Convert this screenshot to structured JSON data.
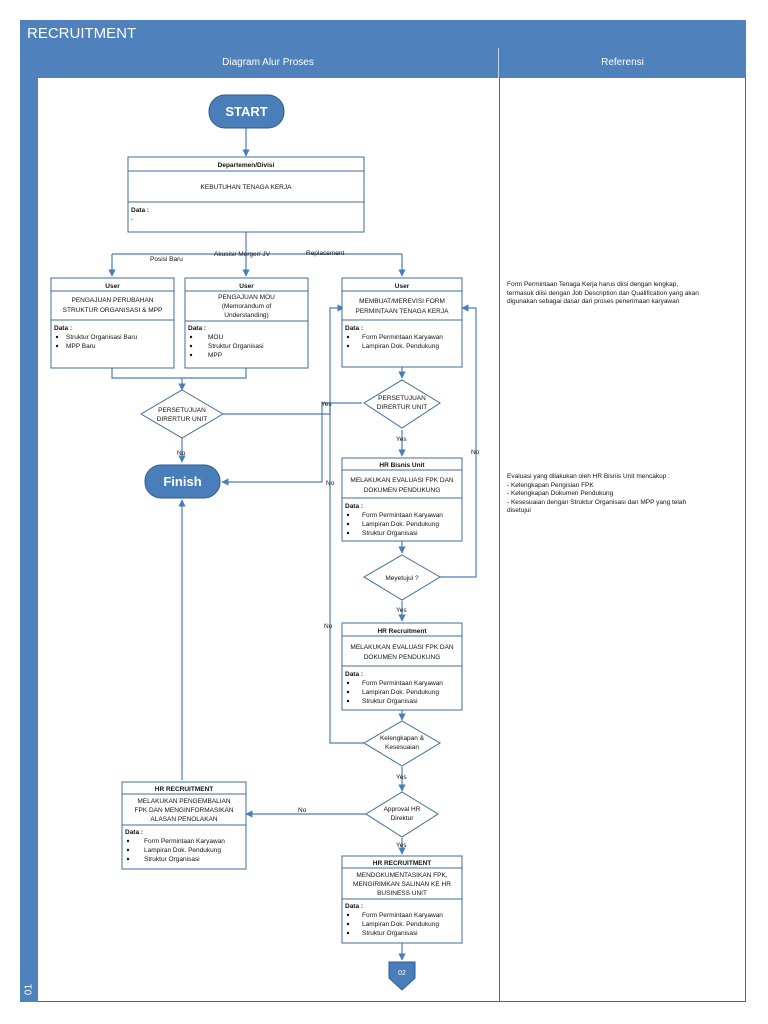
{
  "title": "RECRUITMENT",
  "side_label": "01",
  "columns": {
    "left": "Diagram Alur Proses",
    "right": "Referensi"
  },
  "terminals": {
    "start": "START",
    "finish": "Finish",
    "offpage": "02"
  },
  "boxes": {
    "dept": {
      "header": "Departemen/Divisi",
      "title": "KEBUTUHAN TENAGA KERJA",
      "data_label": "Data :",
      "items": [
        "-"
      ]
    },
    "user1": {
      "header": "User",
      "title": [
        "PENGAJUAN PERUBAHAN",
        "STRUKTUR ORGANISASI & MPP"
      ],
      "data_label": "Data :",
      "items": [
        "Struktur Organisasi Baru",
        "MPP Baru"
      ]
    },
    "user2": {
      "header": "User",
      "title": [
        "PENGAJUAN MOU",
        "(Memorandum of",
        "Understanding)"
      ],
      "data_label": "Data :",
      "items": [
        "MOU",
        "Struktur Organisasi",
        "MPP"
      ]
    },
    "user3": {
      "header": "User",
      "title": [
        "MEMBUAT/MEREVISI FORM",
        "PERMINTAAN TENAGA KERJA"
      ],
      "data_label": "Data :",
      "items": [
        "Form Permintaan Karyawan",
        "Lampiran Dok. Pendukung"
      ]
    },
    "hrbu": {
      "header": "HR Bisnis Unit",
      "title": [
        "MELAKUKAN EVALUASI FPK DAN",
        "DOKUMEN PENDUKUNG"
      ],
      "data_label": "Data :",
      "items": [
        "Form Permintaan Karyawan",
        "Lampiran Dok. Pendukung",
        "Struktur Organisasi"
      ]
    },
    "hrrec1": {
      "header": "HR Recruitment",
      "title": [
        "MELAKUKAN EVALUASI FPK DAN",
        "DOKUMEN PENDUKUNG"
      ],
      "data_label": "Data :",
      "items": [
        "Form Permintaan Karyawan",
        "Lampiran Dok. Pendukung",
        "Struktur Organisasi"
      ]
    },
    "hrrec_back": {
      "header": "HR RECRUITMENT",
      "title": [
        "MELAKUKAN PENGEMBALIAN",
        "FPK DAN MENGINFORMASIKAN",
        "ALASAN PENOLAKAN"
      ],
      "data_label": "Data :",
      "items": [
        "Form Permintaan Karyawan",
        "Lampiran Dok. Pendukung",
        "Struktur Organisasi"
      ]
    },
    "hrrec_doc": {
      "header": "HR RECRUITMENT",
      "title": [
        "MENDOKUMENTASIKAN FPK,",
        "MENGIRIMKAN SALINAN KE HR",
        "BUSINESS UNIT"
      ],
      "data_label": "Data :",
      "items": [
        "Form Permintaan Karyawan",
        "Lampiran Dok. Pendukung",
        "Struktur Organisasi"
      ]
    }
  },
  "decisions": {
    "d_left": [
      "PERSETUJUAN",
      "DIRERTUR UNIT"
    ],
    "d_right": [
      "PERSETUJUAN",
      "DIRERTUR UNIT"
    ],
    "d_meyetujui": [
      "Meyetujui ?"
    ],
    "d_kelengkapan": [
      "Kelengkapan &",
      "Kesesuaian"
    ],
    "d_approval": [
      "Approval HR",
      "Direktur"
    ]
  },
  "labels": {
    "posisi_baru": "Posisi Baru",
    "akusisi": "Akusisi/ Merger/ JV",
    "replacement": "Replacement",
    "yes": "Yes",
    "no": "No"
  },
  "references": {
    "ref1": [
      "Form Permintaan Tenaga Kerja harus diisi dengan lengkap,",
      "termasuk diisi dengan Job Description dan Qualification yang akan",
      "digunakan sebagai dasar dari proses penerimaan karyawan"
    ],
    "ref2": [
      "Evaluasi yang dilakukan oleh HR Bisnis Unit mencakup :",
      "- Kelengkapan Pengisian FPK",
      "- Kelengkapan Dokumen Pendukung",
      "- Kesesuaian dengan Struktur Organisasi dan MPP yang telah",
      "disetujui"
    ]
  },
  "colors": {
    "primary": "#4f81bd",
    "border": "#3d6c9c",
    "terminal": "#4a7ebb"
  }
}
